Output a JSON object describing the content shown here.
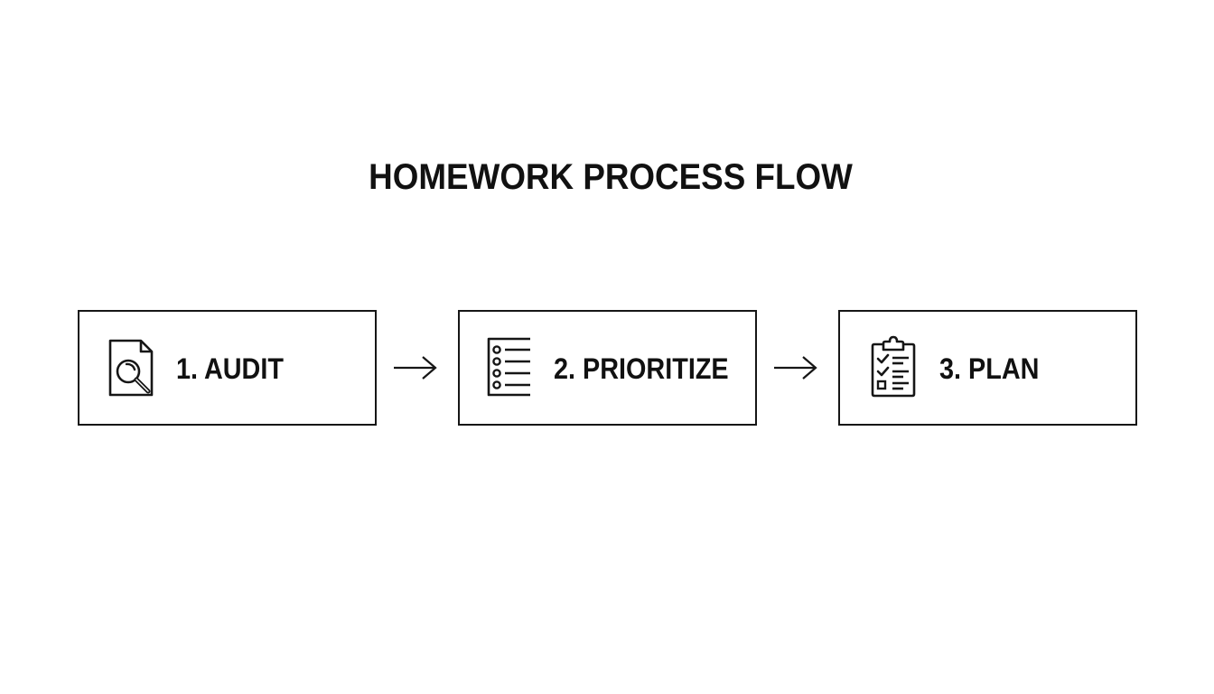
{
  "title": "HOMEWORK PROCESS FLOW",
  "steps": [
    {
      "label": "1. AUDIT",
      "icon": "document-search-icon"
    },
    {
      "label": "2. PRIORITIZE",
      "icon": "list-icon"
    },
    {
      "label": "3. PLAN",
      "icon": "clipboard-checklist-icon"
    }
  ],
  "connectors": [
    {
      "icon": "arrow-right-icon",
      "from": "1. AUDIT",
      "to": "2. PRIORITIZE"
    },
    {
      "icon": "arrow-right-icon",
      "from": "2. PRIORITIZE",
      "to": "3. PLAN"
    }
  ],
  "colors": {
    "stroke": "#161616",
    "background": "#ffffff",
    "text": "#111111"
  }
}
